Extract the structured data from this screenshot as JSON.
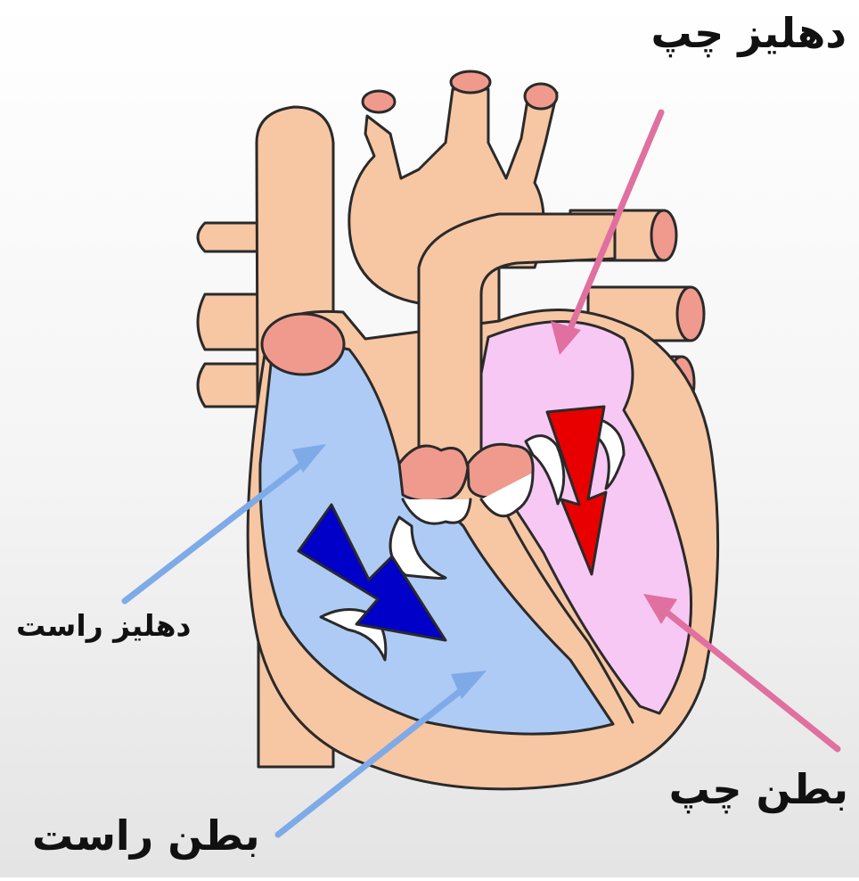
{
  "labels": {
    "left_atrium": "دهلیز چپ",
    "right_atrium": "دهلیز راست",
    "left_ventricle": "بطن چپ",
    "right_ventricle": "بطن راست"
  },
  "colors": {
    "vessel": "#f7c6a3",
    "outline": "#2a2a2a",
    "right_side": "#aecbf5",
    "left_side": "#f8c8f4",
    "vessel_opening": "#ef9a8d",
    "right_pointer": "#7faae8",
    "left_pointer": "#e0709f",
    "right_flow_arrow": "#0000c8",
    "left_flow_arrow": "#e80000",
    "valve": "#ffffff"
  }
}
